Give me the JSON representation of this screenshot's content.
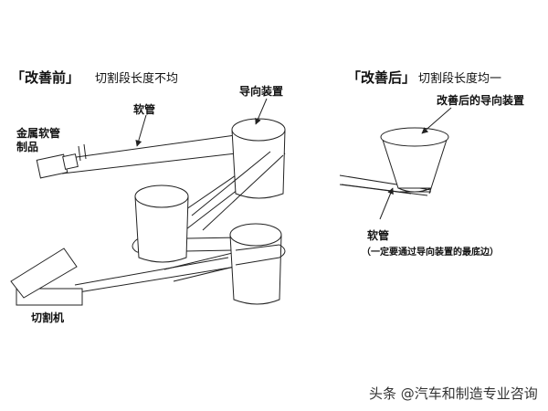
{
  "before": {
    "header": "「改善前」",
    "subtitle": "切割段长度不均",
    "label_guide": "导向装置",
    "label_hose": "软管",
    "label_product_line1": "金属软管",
    "label_product_line2": "制品",
    "label_cutter": "切割机"
  },
  "after": {
    "header": "「改善后」",
    "subtitle": "切割段长度均一",
    "label_guide": "改善后的导向装置",
    "label_hose": "软管",
    "note": "（一定要通过导向装置的最底边）"
  },
  "watermark": "头条 @汽车和制造专业咨询"
}
